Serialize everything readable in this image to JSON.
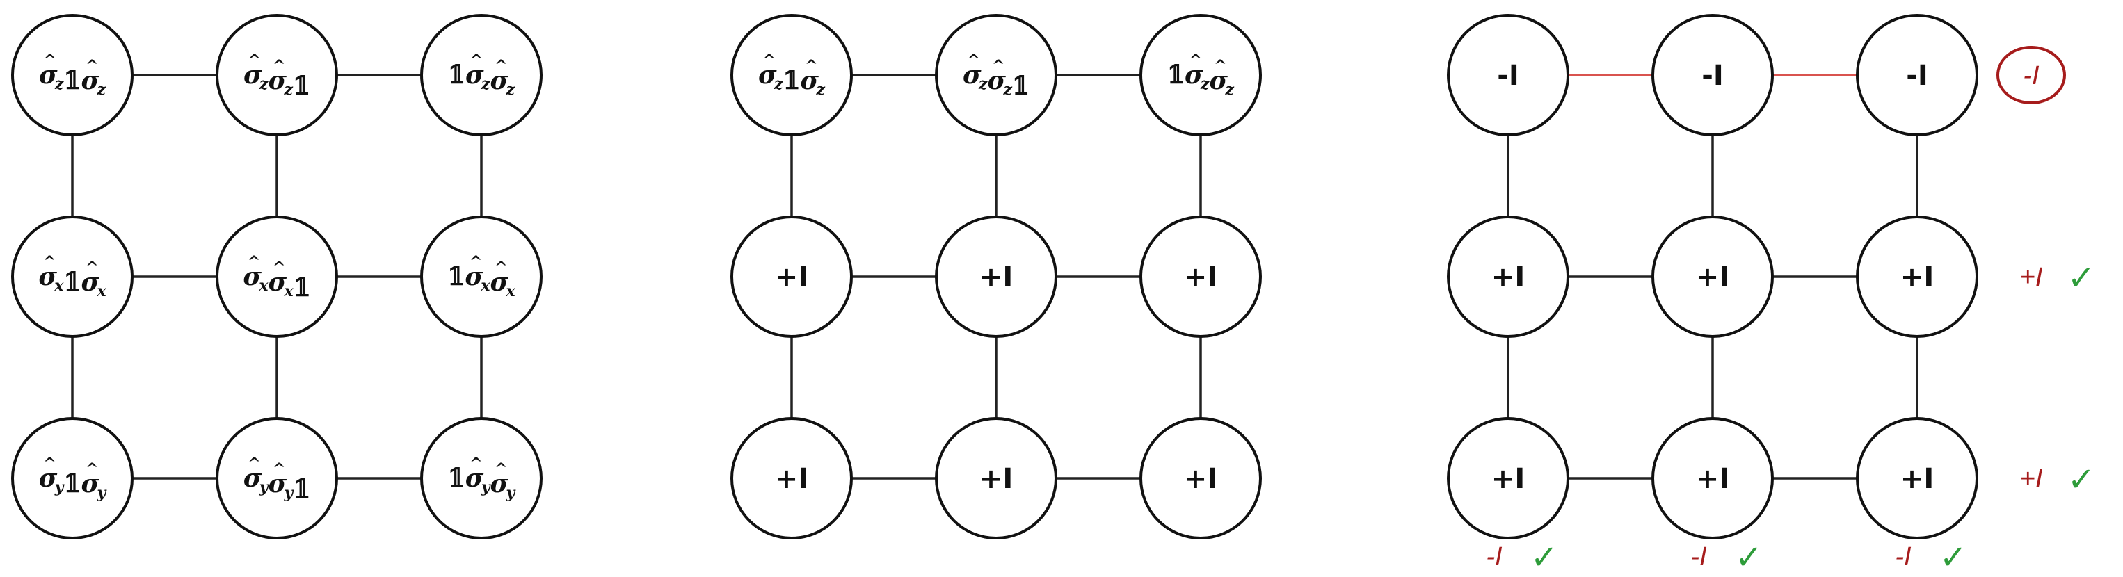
{
  "panel_left": {
    "rows": [
      [
        {
          "ops": [
            {
              "t": "σ",
              "s": "z"
            },
            {
              "t": "𝟙"
            },
            {
              "t": "σ",
              "s": "z"
            }
          ]
        },
        {
          "ops": [
            {
              "t": "σ",
              "s": "z"
            },
            {
              "t": "σ",
              "s": "z"
            },
            {
              "t": "𝟙"
            }
          ]
        },
        {
          "ops": [
            {
              "t": "𝟙"
            },
            {
              "t": "σ",
              "s": "z"
            },
            {
              "t": "σ",
              "s": "z"
            }
          ]
        }
      ],
      [
        {
          "ops": [
            {
              "t": "σ",
              "s": "x"
            },
            {
              "t": "𝟙"
            },
            {
              "t": "σ",
              "s": "x"
            }
          ]
        },
        {
          "ops": [
            {
              "t": "σ",
              "s": "x"
            },
            {
              "t": "σ",
              "s": "x"
            },
            {
              "t": "𝟙"
            }
          ]
        },
        {
          "ops": [
            {
              "t": "𝟙"
            },
            {
              "t": "σ",
              "s": "x"
            },
            {
              "t": "σ",
              "s": "x"
            }
          ]
        }
      ],
      [
        {
          "ops": [
            {
              "t": "σ",
              "s": "y"
            },
            {
              "t": "𝟙"
            },
            {
              "t": "σ",
              "s": "y"
            }
          ]
        },
        {
          "ops": [
            {
              "t": "σ",
              "s": "y"
            },
            {
              "t": "σ",
              "s": "y"
            },
            {
              "t": "𝟙"
            }
          ]
        },
        {
          "ops": [
            {
              "t": "𝟙"
            },
            {
              "t": "σ",
              "s": "y"
            },
            {
              "t": "σ",
              "s": "y"
            }
          ]
        }
      ]
    ]
  },
  "panel_middle": {
    "top_row": [
      {
        "ops": [
          {
            "t": "σ",
            "s": "z"
          },
          {
            "t": "𝟙"
          },
          {
            "t": "σ",
            "s": "z"
          }
        ]
      },
      {
        "ops": [
          {
            "t": "σ",
            "s": "z"
          },
          {
            "t": "σ",
            "s": "z"
          },
          {
            "t": "𝟙"
          }
        ]
      },
      {
        "ops": [
          {
            "t": "𝟙"
          },
          {
            "t": "σ",
            "s": "z"
          },
          {
            "t": "σ",
            "s": "z"
          }
        ]
      }
    ],
    "rows": [
      [
        "+I",
        "+I",
        "+I"
      ],
      [
        "+I",
        "+I",
        "+I"
      ]
    ]
  },
  "panel_right": {
    "rows": [
      [
        "-I",
        "-I",
        "-I"
      ],
      [
        "+I",
        "+I",
        "+I"
      ],
      [
        "+I",
        "+I",
        "+I"
      ]
    ],
    "row_products": [
      "-I",
      "+I",
      "+I"
    ],
    "row_checks": [
      false,
      true,
      true
    ],
    "col_products": [
      "-I",
      "-I",
      "-I"
    ],
    "col_checks": [
      true,
      true,
      true
    ],
    "check_symbol": "✓"
  },
  "colors": {
    "annotation": "#a61c1c",
    "check": "#2e9c3a",
    "highlight_edge": "#d9534f"
  }
}
